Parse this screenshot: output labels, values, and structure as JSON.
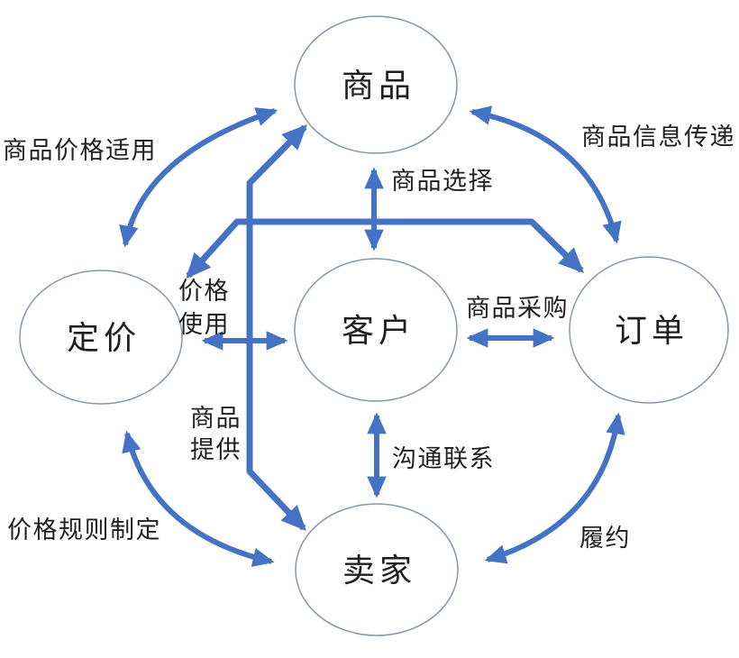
{
  "colors": {
    "arrow": "#4472C4",
    "node_stroke": "#8496B0",
    "text": "#1f1f1f",
    "background": "#ffffff"
  },
  "nodes": [
    {
      "id": "product",
      "label": "商品"
    },
    {
      "id": "pricing",
      "label": "定价"
    },
    {
      "id": "customer",
      "label": "客户"
    },
    {
      "id": "order",
      "label": "订单"
    },
    {
      "id": "seller",
      "label": "卖家"
    }
  ],
  "edges": [
    {
      "from": "定价",
      "to": "商品",
      "label": "商品价格适用",
      "style": "curved",
      "bidirectional": true
    },
    {
      "from": "商品",
      "to": "订单",
      "label": "商品信息传递",
      "style": "curved",
      "bidirectional": true
    },
    {
      "from": "商品",
      "to": "客户",
      "label": "商品选择",
      "style": "straight",
      "bidirectional": true
    },
    {
      "from": "定价",
      "to": "客户",
      "label": "价格使用",
      "label_lines": [
        "价格",
        "使用"
      ],
      "style": "straight",
      "bidirectional": true
    },
    {
      "from": "客户",
      "to": "订单",
      "label": "商品采购",
      "style": "straight",
      "bidirectional": true
    },
    {
      "from": "客户",
      "to": "卖家",
      "label": "沟通联系",
      "style": "straight",
      "bidirectional": true
    },
    {
      "from": "定价",
      "to": "卖家",
      "label": "价格规则制定",
      "style": "curved",
      "bidirectional": true
    },
    {
      "from": "订单",
      "to": "卖家",
      "label": "履约",
      "style": "curved",
      "bidirectional": true
    },
    {
      "from": "卖家",
      "to": "商品",
      "label": "商品提供",
      "label_lines": [
        "商品",
        "提供"
      ],
      "style": "elbow",
      "bidirectional": true
    },
    {
      "from": "定价",
      "to": "订单",
      "label": "",
      "style": "elbow",
      "bidirectional": true
    }
  ]
}
